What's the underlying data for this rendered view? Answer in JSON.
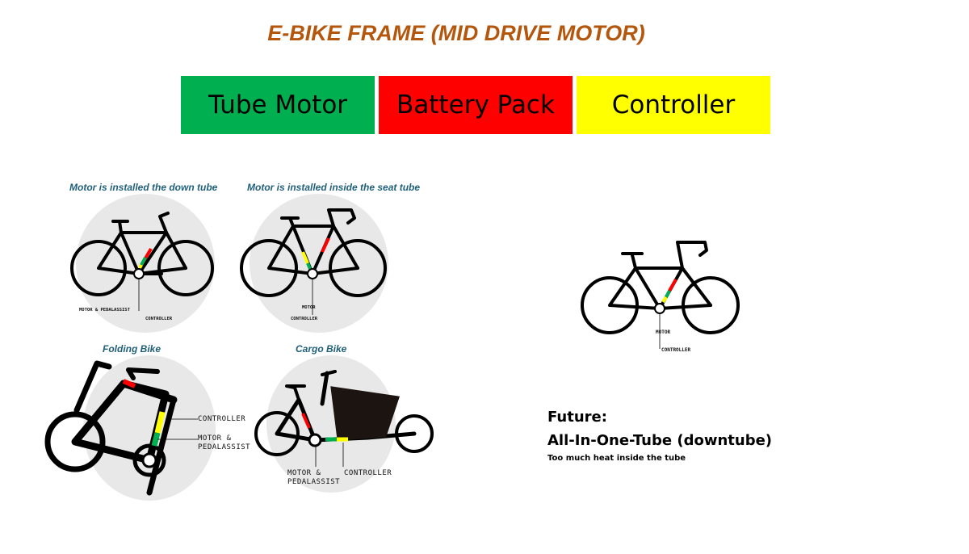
{
  "title": "E-BIKE FRAME (MID DRIVE MOTOR)",
  "legend": [
    {
      "label": "Tube Motor",
      "color": "#00b050"
    },
    {
      "label": "Battery Pack",
      "color": "#ff0000"
    },
    {
      "label": "Controller",
      "color": "#ffff00"
    }
  ],
  "panels": {
    "down_tube": {
      "caption": "Motor is installed the down tube",
      "motor_label": "MOTOR & PEDALASSIST",
      "controller_label": "CONTROLLER"
    },
    "seat_tube": {
      "caption": "Motor is installed inside the seat tube",
      "motor_label": "MOTOR",
      "controller_label": "CONTROLLER"
    },
    "folding": {
      "caption": "Folding Bike",
      "controller_label": "CONTROLLER",
      "motor_label_1": "MOTOR &",
      "motor_label_2": "PEDALASSIST"
    },
    "cargo": {
      "caption": "Cargo Bike",
      "motor_label_1": "MOTOR &",
      "motor_label_2": "PEDALASSIST",
      "controller_label": "CONTROLLER"
    },
    "future_bike": {
      "motor_label": "MOTOR",
      "controller_label": "CONTROLLER"
    }
  },
  "future": {
    "heading": "Future:",
    "line": "All-In-One-Tube (downtube)",
    "note": "Too much heat inside the tube"
  }
}
